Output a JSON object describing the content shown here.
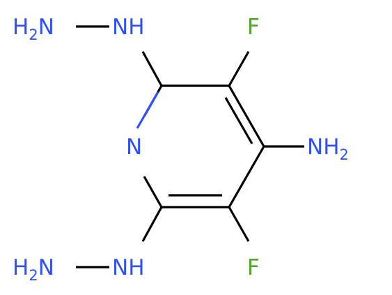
{
  "colors": {
    "nitrogen": "#3050F8",
    "fluorine": "#55A52C",
    "carbon_bond": "#000000",
    "background": "#FFFFFF"
  },
  "atoms": {
    "ring_n": {
      "label": "N"
    },
    "hydrazine_top_nh": {
      "label": "NH"
    },
    "hydrazine_top_h2n": {
      "element": "N",
      "prefix": "H",
      "subscript": "2"
    },
    "hydrazine_bot_nh": {
      "label": "NH"
    },
    "hydrazine_bot_h2n": {
      "element": "N",
      "prefix": "H",
      "subscript": "2"
    },
    "amine": {
      "element": "NH",
      "subscript": "2"
    },
    "fluorine_top": {
      "label": "F"
    },
    "fluorine_bottom": {
      "label": "F"
    }
  }
}
